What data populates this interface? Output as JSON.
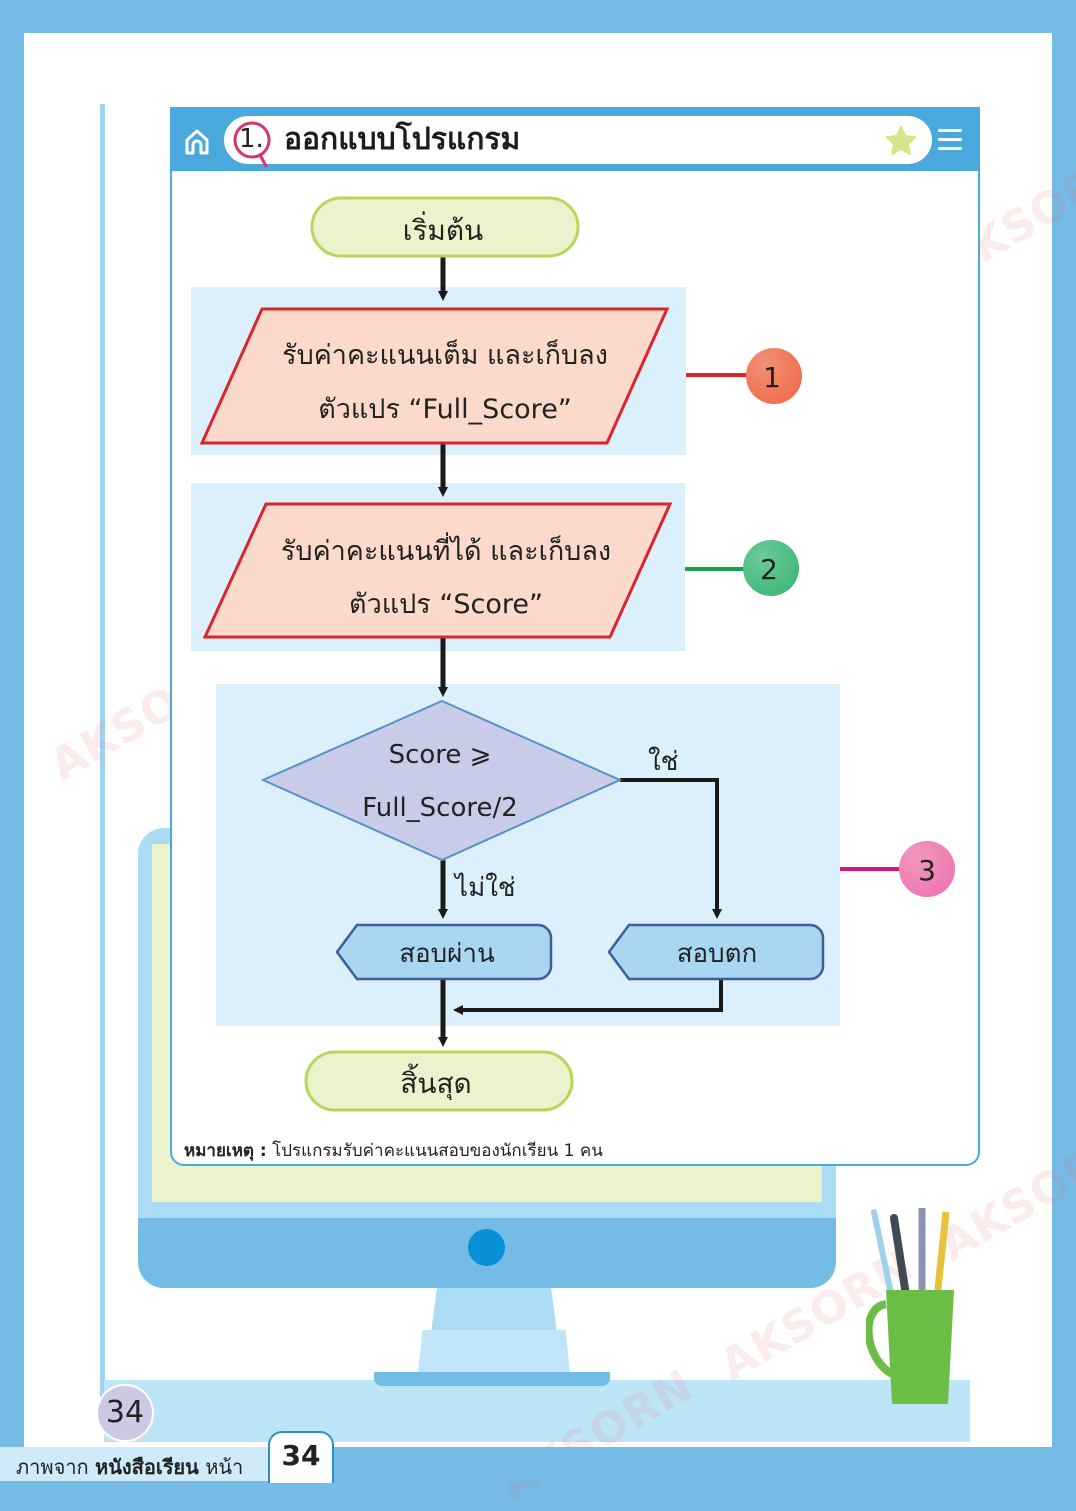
{
  "header": {
    "question_number": "1.",
    "title": "ออกแบบโปรแกรม",
    "icons": [
      "home-icon",
      "magnifier-number-icon",
      "star-icon",
      "menu-icon"
    ]
  },
  "flowchart": {
    "start": "เริ่มต้น",
    "input1": {
      "line1": "รับค่าคะแนนเต็ม และเก็บลง",
      "line2": "ตัวแปร “Full_Score”"
    },
    "input2": {
      "line1": "รับค่าคะแนนที่ได้ และเก็บลง",
      "line2": "ตัวแปร “Score”"
    },
    "decision": {
      "line1": "Score ⩾",
      "line2": "Full_Score/2"
    },
    "yes_label": "ใช่",
    "no_label": "ไม่ใช่",
    "output_pass": "สอบผ่าน",
    "output_fail": "สอบตก",
    "end": "สิ้นสุด"
  },
  "callouts": [
    {
      "number": "1",
      "color": "#ef6b4a",
      "line_color": "#d9262e"
    },
    {
      "number": "2",
      "color": "#3cb878",
      "line_color": "#16a04e"
    },
    {
      "number": "3",
      "color": "#ee74ad",
      "line_color": "#d4187f"
    }
  ],
  "note": {
    "label": "หมายเหตุ :",
    "text": "โปรแกรมรับค่าคะแนนสอบของนักเรียน 1 คน"
  },
  "page_number": "34",
  "footer": {
    "prefix": "ภาพจาก",
    "book": "หนังสือเรียน",
    "page_word": "หน้า",
    "page": "34"
  },
  "watermark": "AKSORN",
  "colors": {
    "frame_blue": "#74bce6",
    "header_blue": "#4aa9dc",
    "terminal_fill": "#ebf3cd",
    "terminal_stroke": "#b8d65a",
    "io_fill": "#fcdacb",
    "io_stroke": "#d9262e",
    "section_fill": "#dcf0fb",
    "decision_fill": "#c8cce8",
    "decision_stroke": "#5a8fc8",
    "display_fill": "#a9d6f0",
    "display_stroke": "#3d5e9c"
  }
}
